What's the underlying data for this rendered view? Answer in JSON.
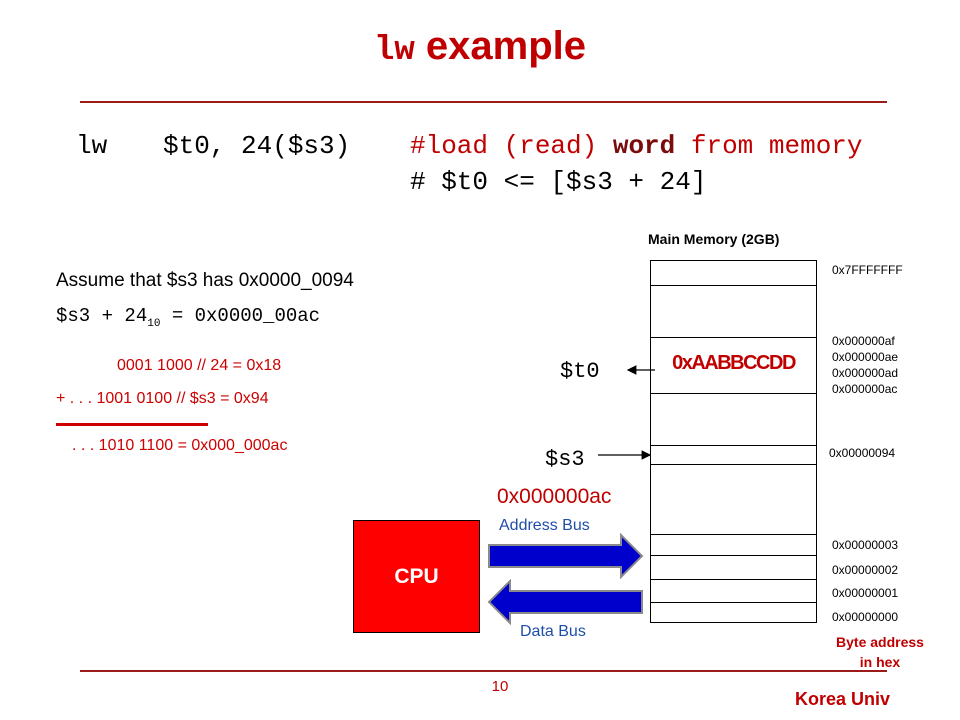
{
  "slide": {
    "title_code": "lw",
    "title_text": " example",
    "page_number": "10",
    "footer": "Korea Univ"
  },
  "instruction": {
    "op": "lw",
    "operands": "$t0, 24($s3)",
    "comment_pre": "#load (read) ",
    "comment_bold": "word",
    "comment_post": " from memory",
    "comment2": "# $t0 <= [$s3 + 24]"
  },
  "explain": {
    "assume": "Assume that $s3 has 0x0000_0094",
    "sum_left": "$s3 + 24",
    "sum_sub": "10",
    "sum_right": " = 0x0000_00ac",
    "line1": "0001 1000  // 24 = 0x18",
    "line2": "+ . . .  1001 0100  // $s3 = 0x94",
    "line3": ". . .  1010 1100 = 0x000_000ac"
  },
  "memory": {
    "title": "Main Memory (2GB)",
    "value": "0xAABBCCDD",
    "addr_top": "0x7FFFFFFF",
    "addr_af": "0x000000af",
    "addr_ae": "0x000000ae",
    "addr_ad": "0x000000ad",
    "addr_ac": "0x000000ac",
    "addr_94": "0x00000094",
    "addr_03": "0x00000003",
    "addr_02": "0x00000002",
    "addr_01": "0x00000001",
    "addr_00": "0x00000000",
    "byte_label_1": "Byte address",
    "byte_label_2": "in hex"
  },
  "registers": {
    "t0": "$t0",
    "s3": "$s3"
  },
  "bus": {
    "address_value": "0x000000ac",
    "address_label": "Address Bus",
    "data_label": "Data Bus"
  },
  "cpu": {
    "label": "CPU"
  },
  "colors": {
    "accent_red": "#c00000",
    "rule": "#9b1b1b",
    "bus_blue": "#0000cc",
    "cpu_red": "#ff0000"
  }
}
